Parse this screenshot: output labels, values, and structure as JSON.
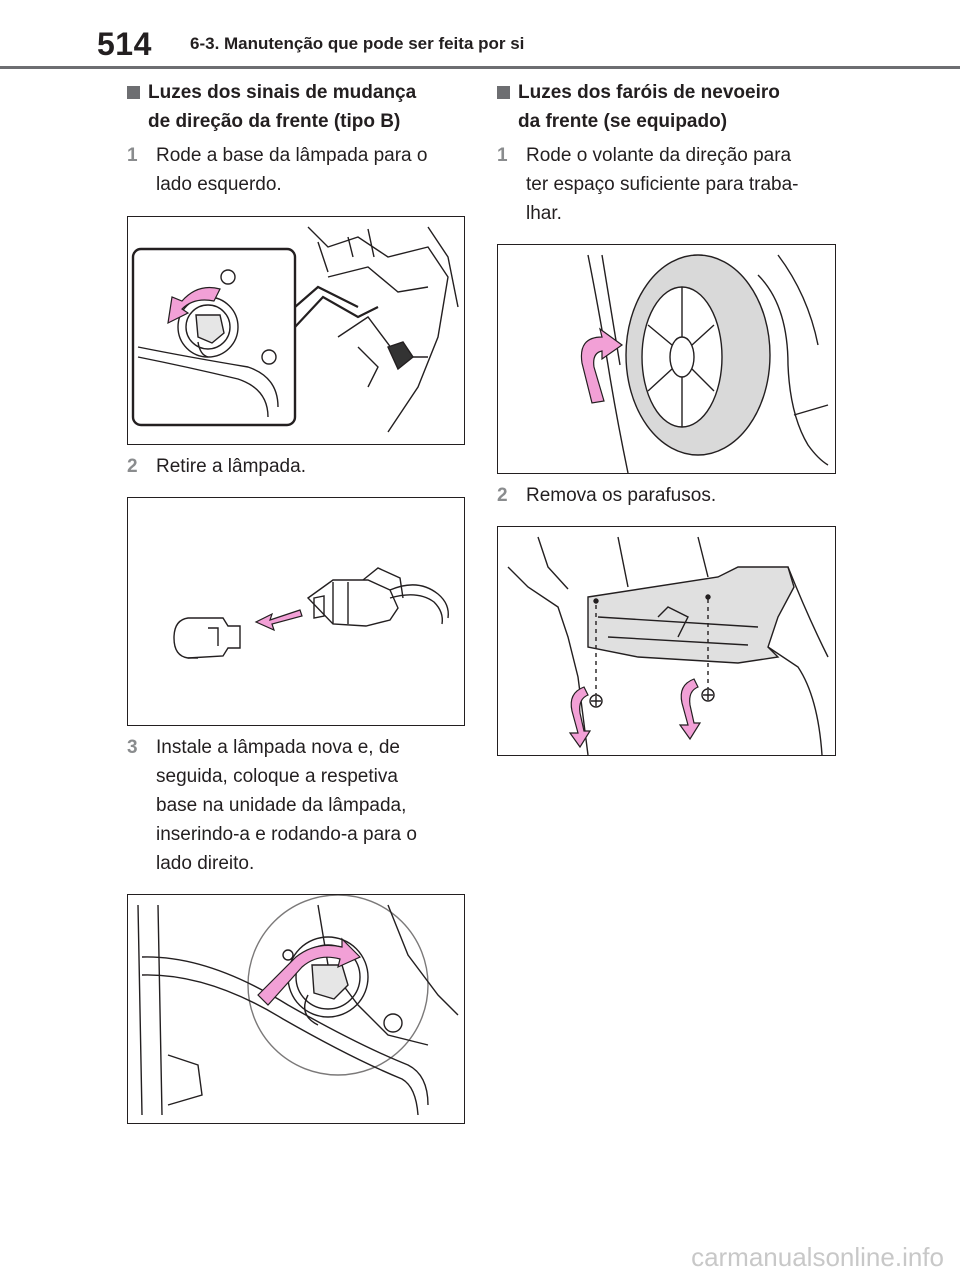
{
  "header": {
    "page_number": "514",
    "chapter_title": "6-3. Manutenção que pode ser feita por si"
  },
  "left": {
    "title_line1": "Luzes dos sinais de mudança",
    "title_line2": "de direção da frente (tipo B)",
    "steps": [
      {
        "num": "1",
        "lines": [
          "Rode a base da lâmpada para o",
          "lado esquerdo."
        ]
      },
      {
        "num": "2",
        "lines": [
          "Retire a lâmpada."
        ]
      },
      {
        "num": "3",
        "lines": [
          "Instale a lâmpada nova e, de",
          "seguida, coloque a respetiva",
          "base na unidade da lâmpada,",
          "inserindo-a e rodando-a para o",
          "lado direito."
        ]
      }
    ]
  },
  "right": {
    "title_line1": "Luzes dos faróis de nevoeiro",
    "title_line2": "da frente (se equipado)",
    "steps": [
      {
        "num": "1",
        "lines": [
          "Rode o volante da direção para",
          "ter espaço suficiente para traba-",
          "lhar."
        ]
      },
      {
        "num": "2",
        "lines": [
          "Remova os parafusos."
        ]
      }
    ]
  },
  "colors": {
    "arrow_pink": "#f2a0d6",
    "rule_gray": "#6d6e71",
    "step_gray": "#8a8c8e"
  },
  "footer": {
    "watermark": "carmanualsonline.info"
  }
}
